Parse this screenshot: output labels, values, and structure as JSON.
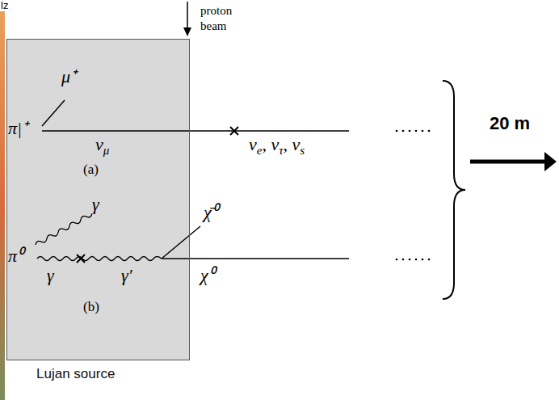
{
  "diagram": {
    "nodes": [
      {
        "text": [
          "Lujan source"
        ]
      }
    ],
    "labels": [
      "lz",
      "proton beam",
      "μ⁺",
      "π|⁺",
      "ν",
      "μ",
      "ν",
      "e",
      ", ν",
      "τ",
      ", ν",
      "s",
      "(a)",
      "γ",
      "π⁰",
      "γ",
      "γ′",
      "χ̄⁰",
      "χ⁰",
      "(b)",
      "20 m"
    ]
  }
}
